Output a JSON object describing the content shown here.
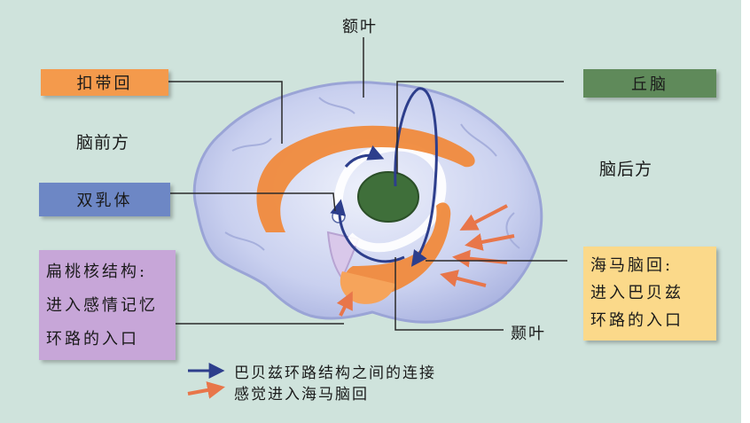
{
  "colors": {
    "background": "#cfe3dc",
    "cingulate_box": "#f49a4c",
    "thalamus_box": "#5f8a5a",
    "mammillary_box": "#6d87c5",
    "amygdala_box": "#c7a6d8",
    "hippocampus_box": "#fbd98a",
    "papez_arrow": "#2d3e8c",
    "sensory_arrow": "#e8764a"
  },
  "labels": {
    "frontal_lobe": "额叶",
    "cingulate_gyrus": "扣带回",
    "brain_front": "脑前方",
    "mammillary_body": "双乳体",
    "thalamus": "丘脑",
    "brain_back": "脑后方",
    "temporal_lobe": "颞叶"
  },
  "amygdala": {
    "lines": [
      "扁桃核结构:",
      "进入感情记忆",
      "环路的入口"
    ]
  },
  "hippocampus": {
    "lines": [
      "海马脑回:",
      "进入巴贝兹",
      "环路的入口"
    ]
  },
  "legend": {
    "papez_connection": "巴贝兹环路结构之间的连接",
    "sensory_entry": "感觉进入海马脑回"
  }
}
